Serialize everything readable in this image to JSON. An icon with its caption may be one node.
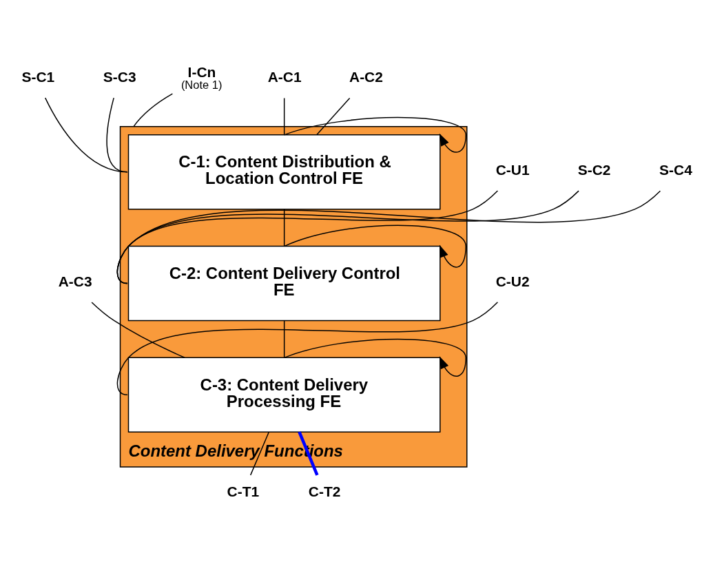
{
  "diagram": {
    "nodes": [
      {
        "text": [
          "Content Delivery Functions"
        ]
      },
      {
        "text": [
          "C-1: Content Distribution & Location Control FE"
        ],
        "in": 0
      },
      {
        "text": [
          "C-2: Content Delivery Control FE"
        ],
        "in": 0
      },
      {
        "text": [
          "C-3: Content Delivery Processing FE"
        ],
        "in": 0
      },
      {
        "text": [
          "A-C1"
        ]
      },
      {
        "text": [
          "A-C2"
        ]
      },
      {
        "text": [
          "A-C3"
        ]
      },
      {
        "text": [
          "I-Cn"
        ],
        "beside": [
          "(Note 1)"
        ]
      },
      {
        "text": [
          "S-C1"
        ]
      },
      {
        "text": [
          "S-C3"
        ]
      },
      {
        "text": [
          "S-C2"
        ]
      },
      {
        "text": [
          "S-C4"
        ]
      },
      {
        "text": [
          "C-U1"
        ]
      },
      {
        "text": [
          "C-U2"
        ]
      },
      {
        "text": [
          "C-T1"
        ]
      },
      {
        "text": [
          "C-T2"
        ]
      }
    ],
    "edges": [
      {
        "from": 4,
        "to": 1,
        "arrow": "none"
      },
      {
        "from": 5,
        "to": 1,
        "arrow": "none"
      },
      {
        "from": 6,
        "to": 3,
        "arrow": "none"
      },
      {
        "from": 7,
        "to": 0,
        "arrow": "none"
      },
      {
        "from": 8,
        "to": 1,
        "arrow": "none"
      },
      {
        "from": 9,
        "to": 1,
        "arrow": "none"
      },
      {
        "from": 1,
        "to": 1,
        "arrow": "to"
      },
      {
        "from": 1,
        "to": 2,
        "arrow": "none"
      },
      {
        "from": 10,
        "to": 2,
        "arrow": "none"
      },
      {
        "from": 11,
        "to": 2,
        "arrow": "none"
      },
      {
        "from": 12,
        "to": 2,
        "arrow": "none"
      },
      {
        "from": 2,
        "to": 2,
        "arrow": "to"
      },
      {
        "from": 2,
        "to": 3,
        "arrow": "none"
      },
      {
        "from": 13,
        "to": 3,
        "arrow": "none"
      },
      {
        "from": 3,
        "to": 3,
        "arrow": "to"
      },
      {
        "from": 3,
        "to": 14,
        "arrow": "none"
      },
      {
        "from": 3,
        "to": 15,
        "arrow": "none",
        "style": "thick",
        "color": "#0000ff"
      }
    ]
  }
}
